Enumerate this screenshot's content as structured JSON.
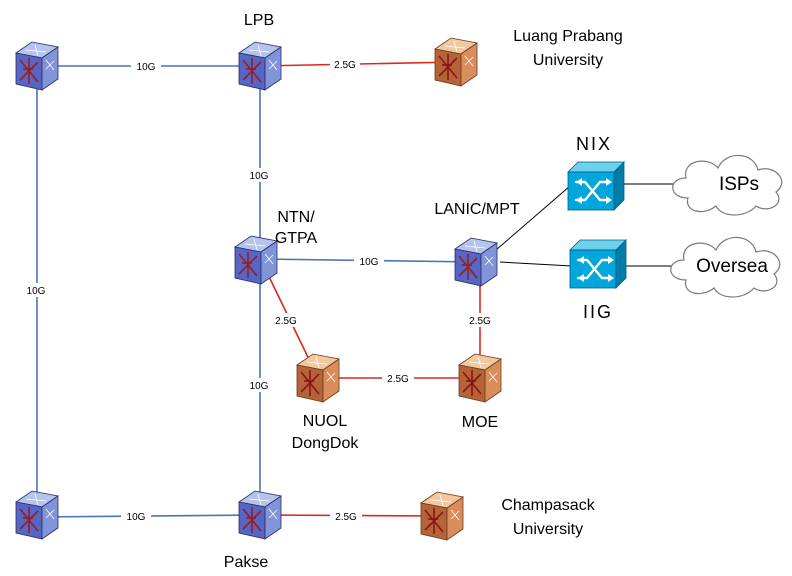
{
  "colors": {
    "link_10g": "#4a74b5",
    "link_25g": "#e0261c",
    "link_plain": "#000000",
    "router_blue_top": "#b4c4ec",
    "router_blue_left": "#5566c4",
    "router_blue_right": "#8294d8",
    "router_orange_top": "#f2c8a0",
    "router_orange_left": "#b5643a",
    "router_orange_right": "#d98d5c",
    "switch_top": "#6fd0ec",
    "switch_front": "#00a6dc",
    "switch_side": "#007ea8"
  },
  "nodes": {
    "lpb": {
      "label": "LPB",
      "icon": "router-icon"
    },
    "luang_prabang_university": {
      "label_line1": "Luang Prabang",
      "label_line2": "University",
      "icon": "router-icon"
    },
    "ntn_gtpa": {
      "label_line1": "NTN/",
      "label_line2": "GTPA",
      "icon": "router-icon"
    },
    "lanic_mpt": {
      "label": "LANIC/MPT",
      "icon": "router-icon"
    },
    "nix": {
      "label": "NIX",
      "icon": "switch-icon"
    },
    "iig": {
      "label": "IIG",
      "icon": "switch-icon"
    },
    "isps": {
      "label": "ISPs",
      "icon": "cloud-icon"
    },
    "oversea": {
      "label": "Oversea",
      "icon": "cloud-icon"
    },
    "nuol_dongdok": {
      "label_line1": "NUOL",
      "label_line2": "DongDok",
      "icon": "router-icon"
    },
    "moe": {
      "label": "MOE",
      "icon": "router-icon"
    },
    "pakse": {
      "label": "Pakse",
      "icon": "router-icon"
    },
    "champasack_university": {
      "label_line1": "Champasack",
      "label_line2": "University",
      "icon": "router-icon"
    },
    "northwest": {
      "icon": "router-icon"
    },
    "southwest": {
      "icon": "router-icon"
    }
  },
  "links": {
    "nw_lpb": "10G",
    "lpb_luang_prabang": "2.5G",
    "lpb_ntn": "10G",
    "nw_sw": "10G",
    "ntn_lanic": "10G",
    "ntn_nuol": "2.5G",
    "ntn_pakse": "10G",
    "lanic_moe": "2.5G",
    "nuol_moe": "2.5G",
    "sw_pakse": "10G",
    "pakse_champasack": "2.5G"
  }
}
